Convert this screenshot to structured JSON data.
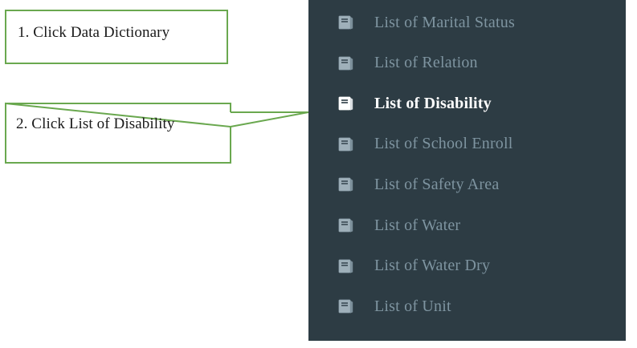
{
  "annotations": [
    {
      "id": "step-1",
      "text": "1. Click Data Dictionary",
      "has_pointer": false
    },
    {
      "id": "step-2",
      "text": "2. Click List of Disability",
      "has_pointer": true
    }
  ],
  "colors": {
    "callout_border": "#6aa84f",
    "callout_background": "#ffffff",
    "callout_text": "#1a1a1a",
    "sidebar_background": "#2d3c44",
    "menu_item_inactive_text": "#7e94a0",
    "menu_item_active_text": "#ffffff",
    "page_background": "#ffffff"
  },
  "sidebar": {
    "items": [
      {
        "label": "List of Marital Status",
        "icon": "book-icon",
        "active": false
      },
      {
        "label": "List of Relation",
        "icon": "book-icon",
        "active": false
      },
      {
        "label": "List of Disability",
        "icon": "book-icon",
        "active": true
      },
      {
        "label": "List of School Enroll",
        "icon": "book-icon",
        "active": false
      },
      {
        "label": "List of Safety Area",
        "icon": "book-icon",
        "active": false
      },
      {
        "label": "List of Water",
        "icon": "book-icon",
        "active": false
      },
      {
        "label": "List of Water Dry",
        "icon": "book-icon",
        "active": false
      },
      {
        "label": "List of Unit",
        "icon": "book-icon",
        "active": false
      }
    ]
  }
}
